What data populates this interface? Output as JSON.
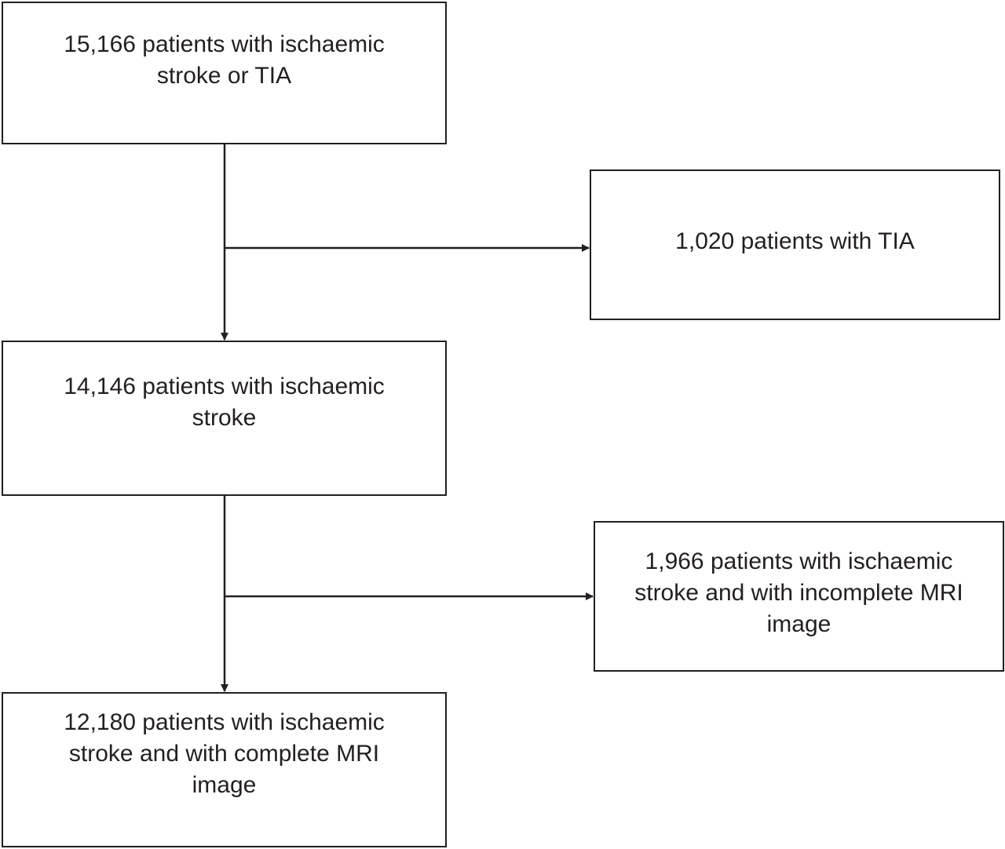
{
  "flowchart": {
    "boxes": [
      {
        "id": "total",
        "text": "15,166 patients with ischaemic\nstroke or TIA"
      },
      {
        "id": "excluded_tia",
        "text": "1,020 patients with TIA"
      },
      {
        "id": "ischaemic_stroke",
        "text": "14,146 patients with ischaemic\nstroke"
      },
      {
        "id": "excluded_incomplete_mri",
        "text": "1,966 patients with ischaemic\nstroke and with incomplete MRI\nimage"
      },
      {
        "id": "final_cohort",
        "text": "12,180 patients with ischaemic\nstroke and with complete MRI\nimage"
      }
    ],
    "line_color": "#231f20"
  }
}
